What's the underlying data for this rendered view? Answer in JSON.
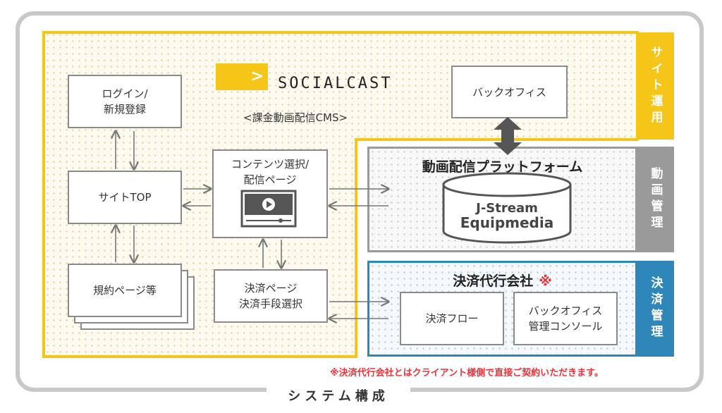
{
  "logo": {
    "chevron": ">",
    "brand": "SOCIALCAST",
    "subtitle": "<課金動画配信CMS>"
  },
  "boxes": {
    "login": [
      "ログイン/",
      "新規登録"
    ],
    "site_top": "サイトTOP",
    "terms": "規約ページ等",
    "content_select": [
      "コンテンツ選択/",
      "配信ページ"
    ],
    "payment_page": [
      "決済ページ",
      "決済手段選択"
    ],
    "back_office": "バックオフィス"
  },
  "platform": {
    "title": "動画配信プラットフォーム",
    "cylinder_line1": "J-Stream",
    "cylinder_line2": "Equipmedia"
  },
  "payment_agency": {
    "title": "決済代行会社",
    "mark": "※",
    "flow": "決済フロー",
    "console": [
      "バックオフィス",
      "管理コンソール"
    ]
  },
  "tabs": {
    "site_ops": "サイト運用",
    "video_mgmt": "動画管理",
    "payment_mgmt": "決済管理"
  },
  "note": "※決済代行会社とはクライアント様側で直接ご契約いただきます。",
  "caption": "システム構成",
  "colors": {
    "yellow": "#f5c518",
    "gray": "#9a9a9a",
    "blue": "#2f86b8",
    "red": "#e8333a"
  }
}
